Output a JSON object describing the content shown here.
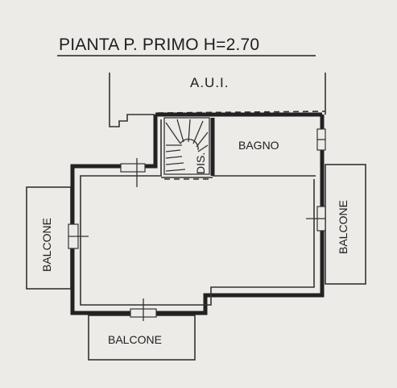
{
  "title": "PIANTA P. PRIMO H=2.70",
  "labels": {
    "aui": "A.U.I.",
    "bagno": "BAGNO",
    "dis": "DIS.",
    "balcone_left": "BALCONE",
    "balcone_right": "BALCONE",
    "balcone_bottom": "BALCONE"
  }
}
